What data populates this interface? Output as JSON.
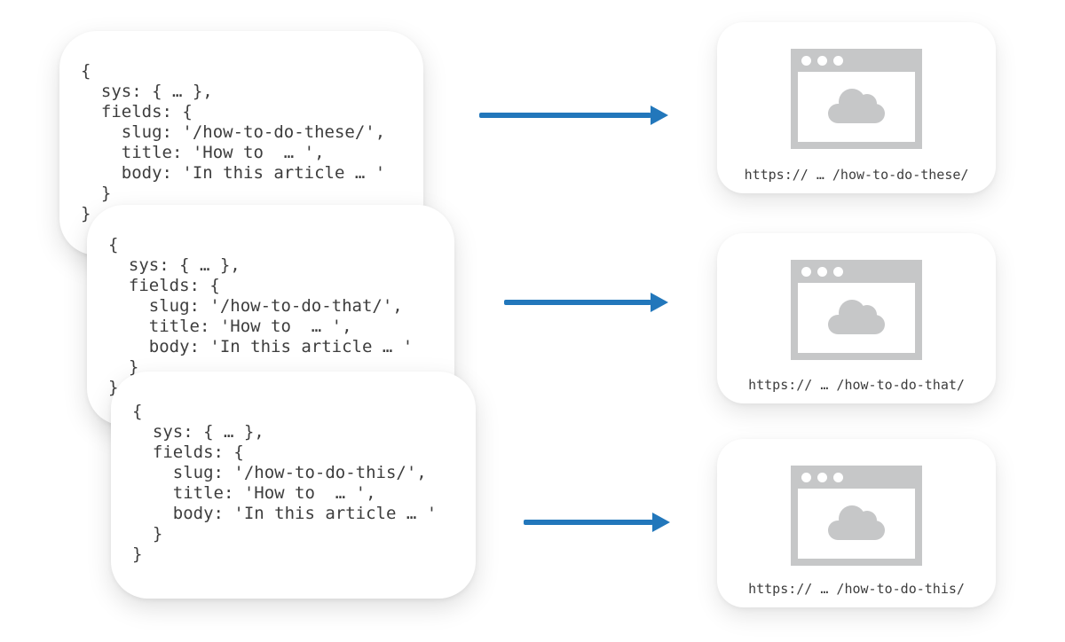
{
  "diagram": {
    "left_cards": [
      {
        "code": "{\n  sys: { … },\n  fields: {\n    slug: '/how-to-do-these/',\n    title: 'How to  … ',\n    body: 'In this article … '\n  }\n}"
      },
      {
        "code": "{\n  sys: { … },\n  fields: {\n    slug: '/how-to-do-that/',\n    title: 'How to  … ',\n    body: 'In this article … '\n  }\n}"
      },
      {
        "code": "{\n  sys: { … },\n  fields: {\n    slug: '/how-to-do-this/',\n    title: 'How to  … ',\n    body: 'In this article … '\n  }\n}"
      }
    ],
    "arrows": [
      {
        "direction": "right"
      },
      {
        "direction": "right"
      },
      {
        "direction": "right"
      }
    ],
    "right_cards": [
      {
        "icon": "browser-window-cloud-icon",
        "url": "https:// … /how-to-do-these/"
      },
      {
        "icon": "browser-window-cloud-icon",
        "url": "https:// … /how-to-do-that/"
      },
      {
        "icon": "browser-window-cloud-icon",
        "url": "https:// … /how-to-do-this/"
      }
    ],
    "colors": {
      "arrow_blue": "#2277bb",
      "icon_gray": "#c6c7c8",
      "code_text": "#3d3d3d",
      "card_background": "#ffffff",
      "page_background": "#ffffff"
    }
  }
}
